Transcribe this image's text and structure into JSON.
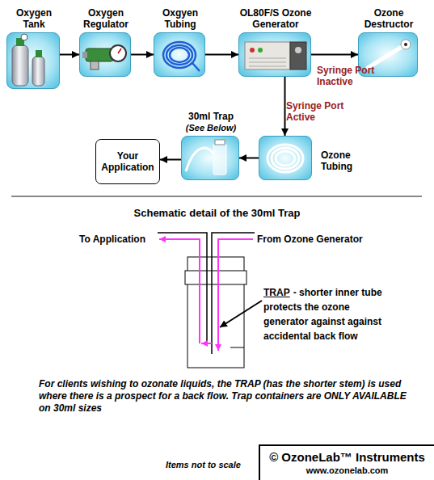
{
  "diagram": {
    "nodes": [
      {
        "text": [
          "Oxygen Tank"
        ]
      },
      {
        "text": [
          "Oxygen Regulator"
        ]
      },
      {
        "text": [
          "Oxgyen Tubing"
        ]
      },
      {
        "text": [
          "OL80F/S Ozone Generator"
        ]
      },
      {
        "text": [
          "Ozone Destructor"
        ]
      },
      {
        "text": [
          "Your Application"
        ]
      },
      {
        "text": [
          "30ml Trap",
          "(See Below)"
        ]
      },
      {
        "text": [
          "Ozone Tubing"
        ]
      },
      {
        "text": [
          "© OzoneLab™ Instruments",
          "www.ozonelab.com"
        ]
      }
    ],
    "edges": [
      {
        "from": 0,
        "to": 1,
        "arrow": "to"
      },
      {
        "from": 1,
        "to": 2,
        "arrow": "to"
      },
      {
        "from": 2,
        "to": 3,
        "arrow": "to"
      },
      {
        "from": 3,
        "to": 4,
        "label": "Syringe Port Inactive",
        "arrow": "to"
      },
      {
        "from": 3,
        "to": 7,
        "label": "Syringe Port Active",
        "arrow": "to"
      },
      {
        "from": 7,
        "to": 6,
        "arrow": "to"
      },
      {
        "from": 6,
        "to": 5,
        "arrow": "to"
      }
    ],
    "labels": [
      "Schematic detail of the 30ml Trap",
      "To Application",
      "From Ozone Generator",
      "TRAP",
      "- shorter inner tube protects the ozone generator against against accidental back flow",
      "For clients wishing to ozonate liquids, the TRAP (has the shorter stem) is used where there is a prospect for a back flow. Trap containers are ONLY AVAILABLE on 30ml sizes",
      "Items not to scale"
    ]
  }
}
